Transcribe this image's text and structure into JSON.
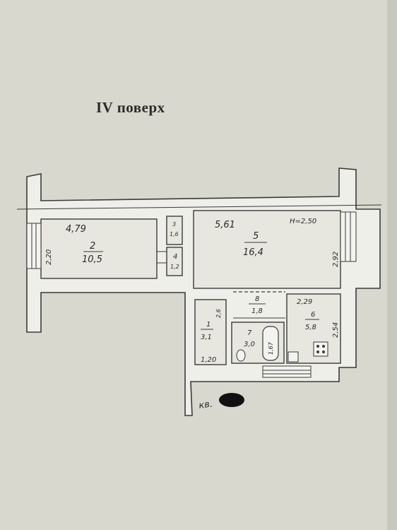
{
  "title": "IV поверх",
  "apartment_label": "кв.",
  "rooms": [
    {
      "number": "2",
      "area": "10,5",
      "length": "4,79",
      "width": "2,20"
    },
    {
      "number": "5",
      "area": "16,4",
      "length": "5,61",
      "width": "2,92",
      "height": "H=2,50"
    },
    {
      "number": "1",
      "area": "3,1",
      "width": "2,6",
      "length": "1,20"
    },
    {
      "number": "8",
      "area": "1,8"
    },
    {
      "number": "6",
      "area": "5,8",
      "length": "2,29",
      "width": "2,54"
    },
    {
      "number": "7",
      "area": "3,0",
      "width": "1,67"
    },
    {
      "number": "4",
      "area": "1,2"
    },
    {
      "number": "3",
      "area": "1,6"
    }
  ],
  "colors": {
    "background": "#d9d8cf",
    "lines": "#3a3a3a",
    "fill": "#e8e7df"
  }
}
